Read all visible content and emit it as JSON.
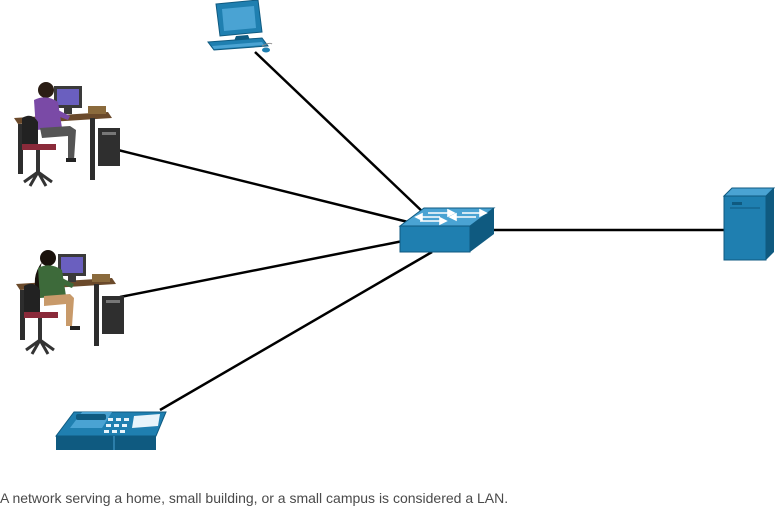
{
  "diagram": {
    "nodes": [
      {
        "id": "pc",
        "icon": "desktop-computer-icon"
      },
      {
        "id": "worker1",
        "icon": "workstation-user-icon"
      },
      {
        "id": "worker2",
        "icon": "workstation-user-icon"
      },
      {
        "id": "phone",
        "icon": "ip-phone-icon"
      },
      {
        "id": "switch",
        "icon": "network-switch-icon"
      },
      {
        "id": "server",
        "icon": "server-icon"
      }
    ],
    "links": [
      [
        "pc",
        "switch"
      ],
      [
        "worker1",
        "switch"
      ],
      [
        "worker2",
        "switch"
      ],
      [
        "phone",
        "switch"
      ],
      [
        "switch",
        "server"
      ]
    ],
    "colors": {
      "device_blue": "#1f7fb0",
      "device_dark": "#0f5a80",
      "device_light": "#4aa3d3",
      "link": "#000000"
    }
  },
  "caption": "A network serving a home, small building, or a small campus is considered a LAN."
}
